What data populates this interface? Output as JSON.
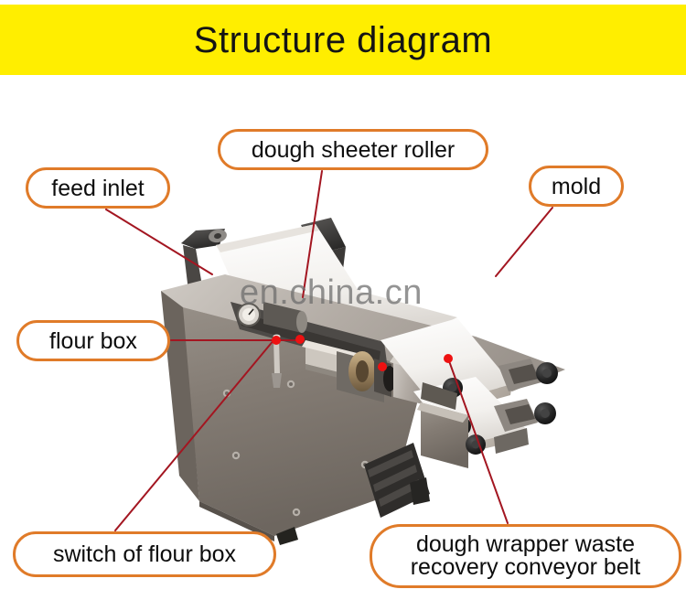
{
  "header": {
    "title": "Structure diagram",
    "background_color": "#FFEE00",
    "text_color": "#141414"
  },
  "theme": {
    "callout_border_color": "#E07B29",
    "callout_fill_color": "#FFFFFF",
    "leader_line_color": "#A31621",
    "leader_dot_color": "#EE1111",
    "page_background": "#FFFFFF"
  },
  "watermark": {
    "text": "en.china.cn",
    "color": "#6B6B6B"
  },
  "photo": {
    "subject": "dough sheeter machine",
    "body_color": "#7C736B",
    "belt_color": "#F2F0EC",
    "knob_color": "#1C1C1C"
  },
  "callouts": [
    {
      "id": "feed-inlet",
      "label": "feed inlet",
      "lines": [
        "feed inlet"
      ]
    },
    {
      "id": "dough-sheeter-roller",
      "label": "dough sheeter roller",
      "lines": [
        "dough sheeter roller"
      ]
    },
    {
      "id": "mold",
      "label": "mold",
      "lines": [
        "mold"
      ]
    },
    {
      "id": "flour-box",
      "label": "flour box",
      "lines": [
        "flour box"
      ]
    },
    {
      "id": "switch-of-flour-box",
      "label": "switch of flour box",
      "lines": [
        "switch of flour box"
      ]
    },
    {
      "id": "dough-wrapper-waste-recovery-conveyor-belt",
      "label": "dough wrapper waste recovery conveyor belt",
      "lines": [
        "dough wrapper waste",
        "recovery conveyor belt"
      ]
    }
  ]
}
